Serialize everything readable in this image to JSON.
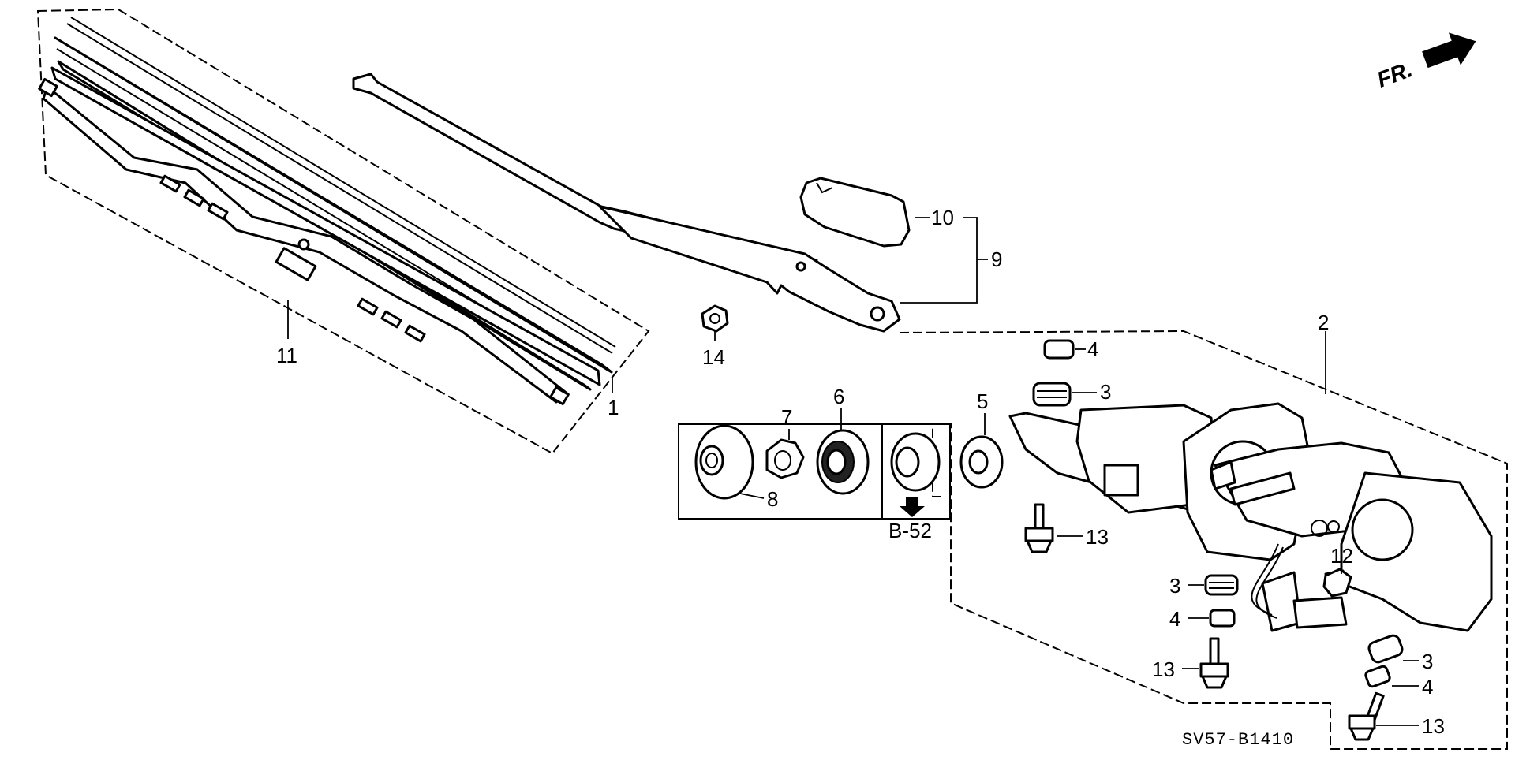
{
  "diagram": {
    "direction_marker": "FR.",
    "figure_code": "SV57-B1410",
    "reference": "B-52",
    "callouts": [
      "1",
      "2",
      "3",
      "4",
      "5",
      "6",
      "7",
      "8",
      "9",
      "10",
      "11",
      "12",
      "13",
      "14"
    ]
  },
  "icons": {
    "direction": "front-arrow-icon",
    "reference": "down-arrow-icon"
  },
  "colors": {
    "line": "#000000",
    "background": "#ffffff"
  }
}
